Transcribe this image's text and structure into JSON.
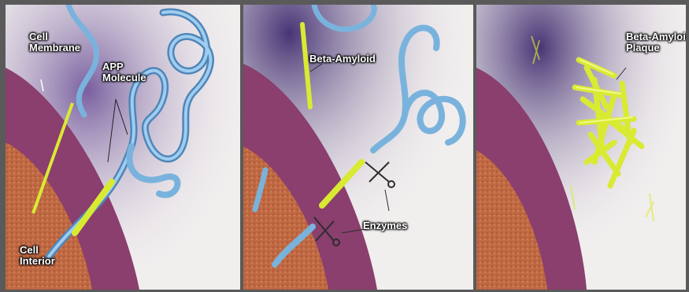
{
  "panels": [
    {
      "id": "step-1",
      "labels": {
        "cell_membrane": [
          "Cell",
          "Membrane"
        ],
        "app_molecule": [
          "APP",
          "Molecule"
        ],
        "cell_interior": [
          "Cell",
          "Interior"
        ]
      }
    },
    {
      "id": "step-2",
      "labels": {
        "beta_amyloid": "Beta-Amyloid",
        "enzymes": "Enzymes"
      }
    },
    {
      "id": "step-3",
      "labels": {
        "plaque": [
          "Beta-Amyloid",
          "Plaque"
        ]
      }
    }
  ],
  "colors": {
    "membrane": "#8a3f6e",
    "interior": "#c06a44",
    "app_strand": "#79b3dd",
    "beta_amyloid": "#d9ea32",
    "background": "#f1eeee",
    "haze": "#5e3f86"
  }
}
